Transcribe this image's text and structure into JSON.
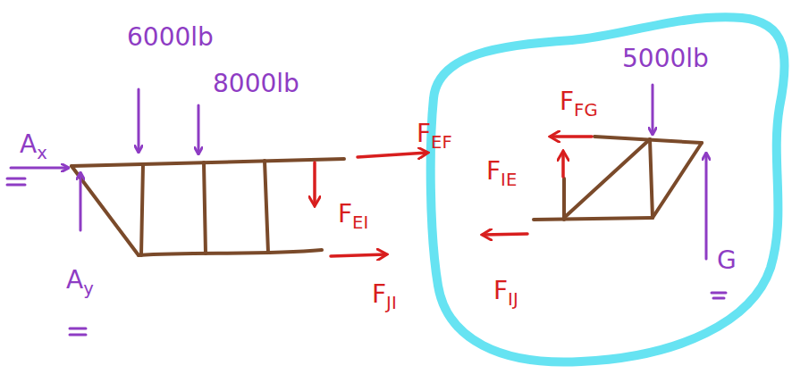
{
  "diagram": {
    "labels": [
      "6000lb",
      "8000lb",
      "Ax",
      "Ay",
      "FEF",
      "FEI",
      "FJI",
      "5000lb",
      "FFG",
      "FIE",
      "FIJ",
      "G"
    ]
  }
}
